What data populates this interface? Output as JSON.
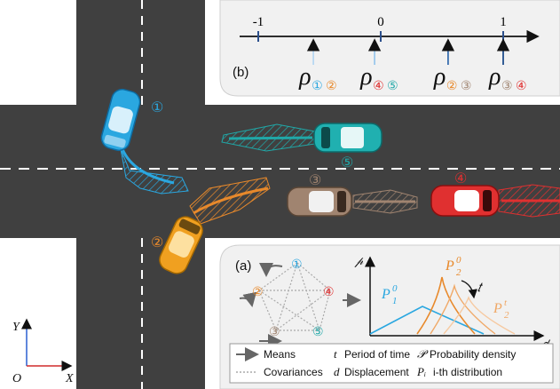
{
  "colors": {
    "road": "#404040",
    "panel_fill": "#f1f1f1",
    "car1": "#2aa7e0",
    "car2": "#f0a020",
    "car3": "#a08470",
    "car4": "#e03030",
    "car5": "#20b0b0",
    "dark_blue": "#1f4e8c",
    "light_blue": "#9bc8ec",
    "orange": "#e8892b"
  },
  "panel_b": {
    "label": "(b)",
    "ticks": [
      "-1",
      "0",
      "1"
    ],
    "rho_symbol": "ρ",
    "rhos": [
      {
        "sub_a": "①",
        "sub_b": "②",
        "value": -0.55
      },
      {
        "sub_a": "④",
        "sub_b": "⑤",
        "value": -0.05
      },
      {
        "sub_a": "②",
        "sub_b": "③",
        "value": 0.55
      },
      {
        "sub_a": "③",
        "sub_b": "④",
        "value": 1.0
      }
    ]
  },
  "vehicles": [
    {
      "id": "①",
      "color": "car1"
    },
    {
      "id": "②",
      "color": "car2"
    },
    {
      "id": "③",
      "color": "car3"
    },
    {
      "id": "④",
      "color": "car4"
    },
    {
      "id": "⑤",
      "color": "car5"
    }
  ],
  "panel_a": {
    "label": "(a)",
    "graph_nodes": [
      "①",
      "②",
      "③",
      "④",
      "⑤"
    ],
    "plot": {
      "y_axis": "𝓅",
      "x_axis": "𝑑",
      "time": "𝑡",
      "p1": "P",
      "p1_sub": "1",
      "p1_sup": "0",
      "p2": "P",
      "p2_sub": "2",
      "p2_sup": "0",
      "p2t": "P",
      "p2t_sub": "2",
      "p2t_sup": "t"
    },
    "legend": {
      "means": "Means",
      "covariances": "Covariances",
      "t_sym": "t",
      "t_text": "Period of time",
      "d_sym": "d",
      "d_text": "Displacement",
      "p_sym": "𝒫",
      "p_text": "Probability density",
      "pi_sym": "Pᵢ",
      "pi_text": "i-th distribution"
    }
  },
  "axes": {
    "y": "Y",
    "x": "X",
    "origin": "O"
  }
}
